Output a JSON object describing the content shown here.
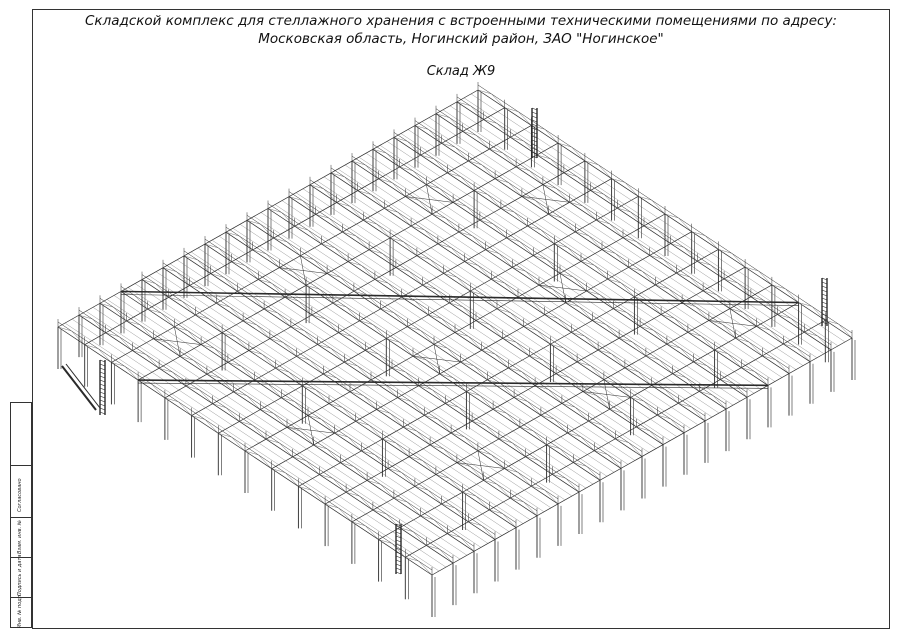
{
  "title": {
    "line1": "Складской комплекс для стеллажного хранения с встроенными техническими помещениями по адресу:",
    "line2": "Московская область, Ногинский район, ЗАО \"Ногинское\""
  },
  "sheet_name": "Склад Ж9",
  "stamp": {
    "agreed": "Согласовано",
    "replaced_inv": "Взам. инв. №",
    "signature_date": "Подпись и дата",
    "inv_original": "Инв. № подл."
  },
  "structure": {
    "grid_u": 20,
    "grid_v": 14,
    "line_color": "#2a2a2a",
    "bracing_color": "#555555"
  }
}
